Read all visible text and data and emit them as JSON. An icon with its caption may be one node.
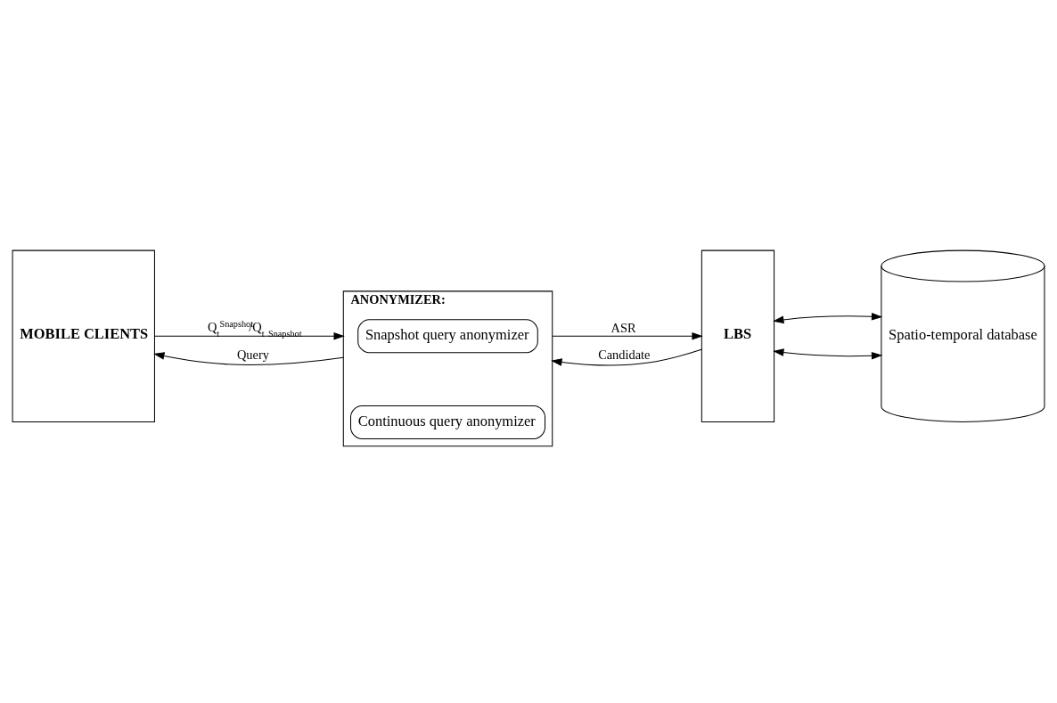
{
  "diagram": {
    "nodes": [
      {
        "text": [
          "MOBILE CLIENTS"
        ]
      },
      {
        "text": [
          "ANONYMIZER:"
        ]
      },
      {
        "text": [
          "Snapshot query anonymizer"
        ],
        "in": 1
      },
      {
        "text": [
          "Continuous query anonymizer"
        ],
        "in": 1
      },
      {
        "text": [
          "LBS"
        ]
      },
      {
        "text": [
          "Spatio-temporal database"
        ]
      }
    ],
    "edges": [
      {
        "from": 0,
        "to": 1,
        "arrow": "to",
        "label": "Q$_{t}$$^{Snapshot}$/Q$_{t}$ $_{Snapshot}$"
      },
      {
        "from": 1,
        "to": 0,
        "arrow": "to",
        "label": "Query"
      },
      {
        "from": 1,
        "to": 4,
        "arrow": "to",
        "label": "ASR"
      },
      {
        "from": 4,
        "to": 1,
        "arrow": "to",
        "label": "Candidate"
      },
      {
        "from": 4,
        "to": 5,
        "arrow": "both"
      },
      {
        "from": 4,
        "to": 5,
        "arrow": "both"
      }
    ]
  }
}
